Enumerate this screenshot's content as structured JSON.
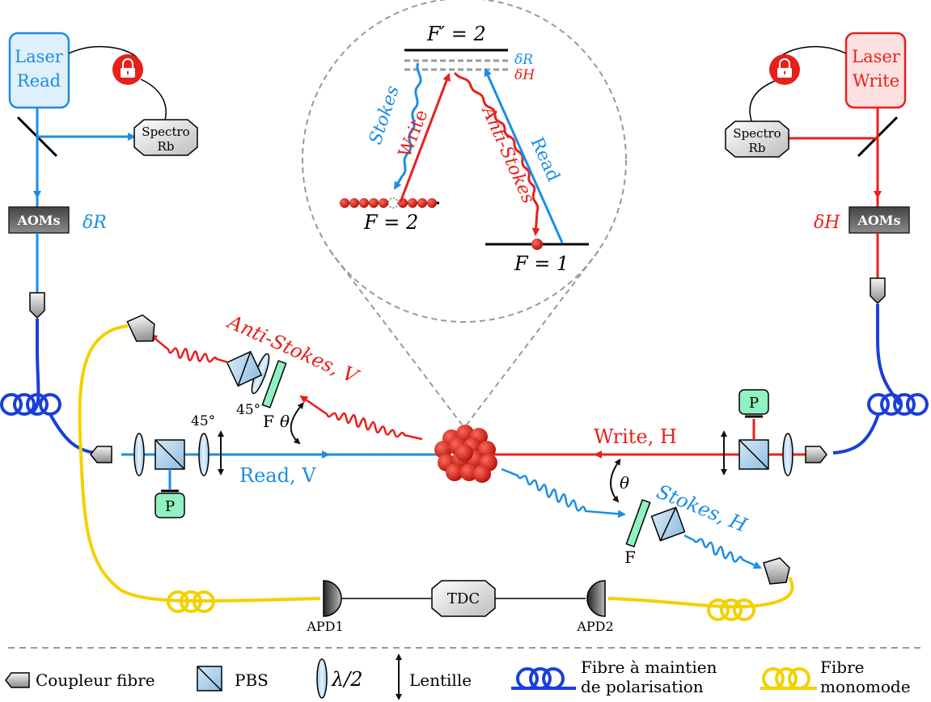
{
  "lasers": {
    "read": {
      "line1": "Laser",
      "line2": "Read"
    },
    "write": {
      "line1": "Laser",
      "line2": "Write"
    }
  },
  "spectro": {
    "line1": "Spectro",
    "line2": "Rb"
  },
  "aoms_label": "AOMs",
  "detuning": {
    "read": "δR",
    "write": "δH"
  },
  "levels": {
    "excited": "F′ = 2",
    "ground_left": "F = 2",
    "ground_right": "F = 1",
    "detuning_r": "δR",
    "detuning_h": "δH"
  },
  "transitions": {
    "stokes": "Stokes",
    "write": "Write",
    "anti_stokes": "Anti-Stokes",
    "read": "Read"
  },
  "beams": {
    "anti_stokes_v": "Anti-Stokes, V",
    "read_v": "Read, V",
    "write_h": "Write, H",
    "stokes_h": "Stokes, H"
  },
  "optics": {
    "angle_45_a": "45°",
    "angle_45_b": "45°",
    "filter": "F",
    "theta": "θ",
    "polarizer": "P"
  },
  "detectors": {
    "apd1": "APD1",
    "apd2": "APD2",
    "tdc": "TDC"
  },
  "legend": {
    "coupler": "Coupleur fibre",
    "pbs": "PBS",
    "halfwave": "λ/2",
    "lens": "Lentille",
    "pm_fiber_l1": "Fibre à maintien",
    "pm_fiber_l2": "de polarisation",
    "sm_fiber_l1": "Fibre",
    "sm_fiber_l2": "monomode"
  },
  "colors": {
    "read_blue": "#1a8ee6",
    "write_red": "#e8201c",
    "pm_fiber": "#1a3fd9",
    "sm_fiber": "#f5d000",
    "laser_read_fill": "#dff0fb",
    "laser_write_fill": "#fde0e0",
    "polarizer_fill": "#8ff2c0"
  }
}
